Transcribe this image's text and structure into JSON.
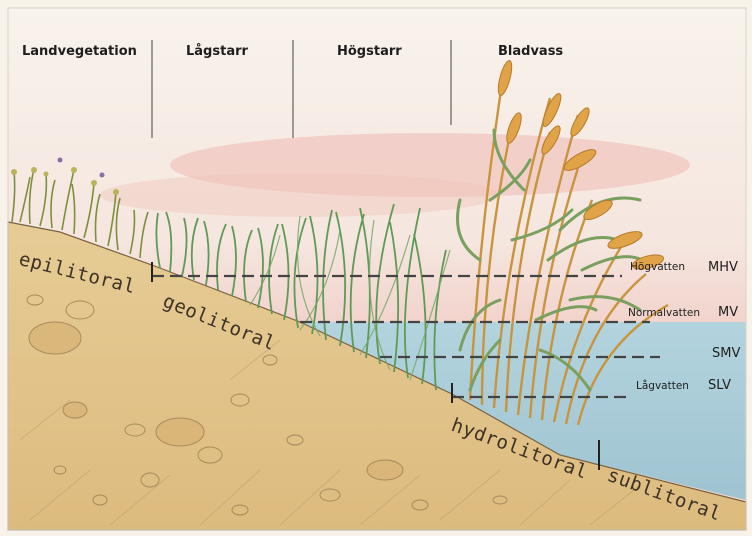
{
  "headers": {
    "land": "Landvegetation",
    "low_sedge": "Lågstarr",
    "high_sedge": "Högstarr",
    "reed": "Bladvass"
  },
  "water_levels": {
    "high_label": "Högvatten",
    "high_code": "MHV",
    "normal_label": "Normalvatten",
    "normal_code": "MV",
    "smv_code": "SMV",
    "low_label": "Lågvatten",
    "low_code": "SLV"
  },
  "zones": {
    "epilitoral": "epilitoral",
    "geolitoral": "geolitoral",
    "hydrolitoral": "hydrolitoral",
    "sublitoral": "sublitoral"
  },
  "colors": {
    "paper": "#f7f2ea",
    "soil": "#e3c58e",
    "water": "#a9ccd8",
    "sky_pink": "#f2c8c0",
    "grass": "#6f9a52",
    "reed": "#c9943e"
  }
}
